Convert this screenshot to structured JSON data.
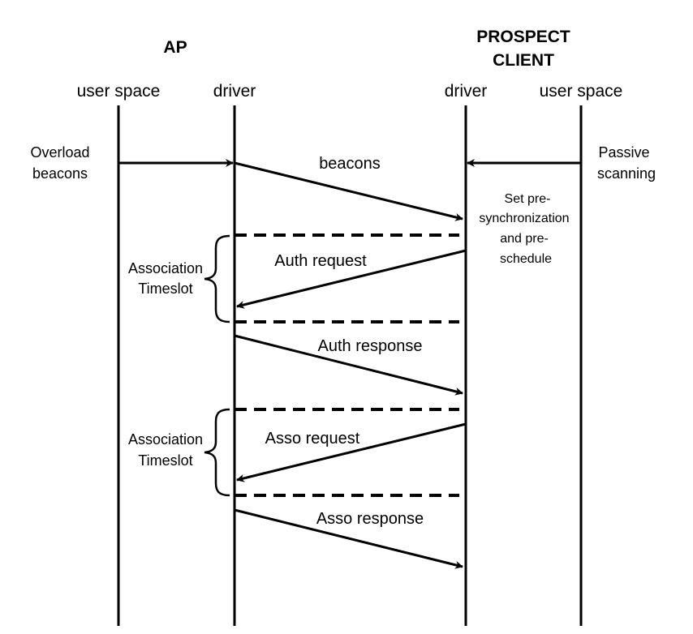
{
  "headers": {
    "ap": "AP",
    "client_line1": "PROSPECT",
    "client_line2": "CLIENT"
  },
  "columns": {
    "ap_user_space": "user space",
    "ap_driver": "driver",
    "client_driver": "driver",
    "client_user_space": "user space"
  },
  "side_labels": {
    "overload_line1": "Overload",
    "overload_line2": "beacons",
    "passive_line1": "Passive",
    "passive_line2": "scanning"
  },
  "note_lines": [
    "Set pre-",
    "synchronization",
    "and pre-",
    "schedule"
  ],
  "messages": {
    "beacons": "beacons",
    "auth_request": "Auth request",
    "auth_response": "Auth response",
    "asso_request": "Asso request",
    "asso_response": "Asso response"
  },
  "timeslots": [
    {
      "line1": "Association",
      "line2": "Timeslot"
    },
    {
      "line1": "Association",
      "line2": "Timeslot"
    }
  ],
  "colors": {
    "ink": "#000000",
    "background": "#ffffff"
  }
}
